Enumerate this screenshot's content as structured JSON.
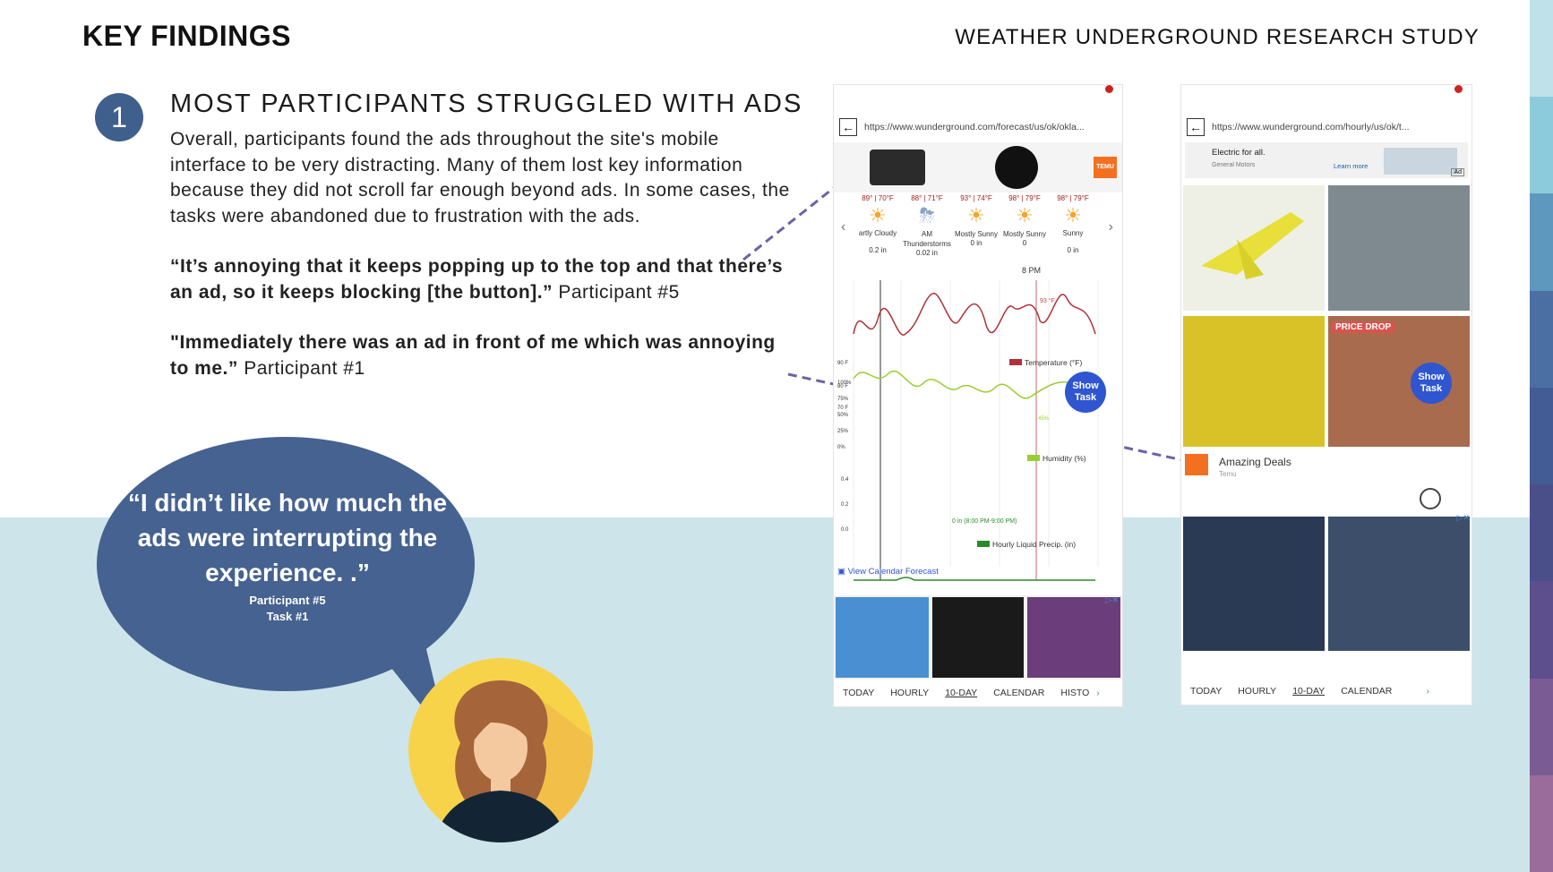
{
  "header": {
    "title": "KEY FINDINGS",
    "study": "WEATHER UNDERGROUND RESEARCH STUDY"
  },
  "finding": {
    "number": "1",
    "heading": "MOST PARTICIPANTS STRUGGLED WITH ADS",
    "body": "Overall, participants found the ads throughout the site's mobile interface to be very distracting. Many of them lost key information because they did not scroll far enough beyond ads. In some cases, the tasks were abandoned due to frustration with the ads.",
    "quote1": "“It’s annoying that it keeps popping up to the top and that there’s an ad, so it keeps blocking [the button].”",
    "quote1_attr": "Participant #5",
    "quote2": "\"Immediately there was an ad in front of me which was annoying to me.”",
    "quote2_attr": "Participant #1"
  },
  "bubble": {
    "quote": "“I didn’t like how much the ads were interrupting the experience. .”",
    "participant": "Participant #5",
    "task": "Task #1"
  },
  "phone1": {
    "url": "https://www.wunderground.com/forecast/us/ok/okla...",
    "ad_brand": "TEMU",
    "forecast": [
      {
        "temp": "89° | 70°F",
        "cond": "artly Cloudy",
        "precip": "0.2 in"
      },
      {
        "temp": "88° | 71°F",
        "cond": "AM Thunderstorms",
        "precip": "0.02 in"
      },
      {
        "temp": "93° | 74°F",
        "cond": "Mostly Sunny",
        "precip": "0 in"
      },
      {
        "temp": "98° | 79°F",
        "cond": "Mostly Sunny",
        "precip": "0"
      },
      {
        "temp": "98° | 79°F",
        "cond": "Sunny",
        "precip": "0 in"
      }
    ],
    "time_label": "8 PM",
    "temp_marker": "93 °F",
    "temp_axis": [
      "90 F",
      "80 F",
      "70 F"
    ],
    "humidity_axis": [
      "100%",
      "75%",
      "50%",
      "25%",
      "0%"
    ],
    "humidity_marker": "45%",
    "precip_axis": [
      "0.4",
      "0.2",
      "0.0"
    ],
    "precip_note": "0 in (8:00 PM-9:00 PM)",
    "legend_temp": "Temperature (°F)",
    "legend_humidity": "Humidity (%)",
    "legend_precip": "Hourly Liquid Precip. (in)",
    "calendar_link": "View Calendar Forecast",
    "show_task": "Show Task",
    "tabs": [
      "TODAY",
      "HOURLY",
      "10-DAY",
      "CALENDAR",
      "HISTO"
    ]
  },
  "phone2": {
    "url": "https://www.wunderground.com/hourly/us/ok/t...",
    "banner_title": "Electric for all.",
    "banner_sub": "General Motors",
    "banner_cta": "Learn more",
    "ad_badge": "Ad",
    "price_drop": "PRICE DROP",
    "deals_label": "Amazing Deals",
    "deals_sub": "Temu",
    "show_task": "Show Task",
    "tabs": [
      "TODAY",
      "HOURLY",
      "10-DAY",
      "CALENDAR"
    ]
  },
  "colors": {
    "accent_blue": "#3f5f8c",
    "bubble": "#456290",
    "band": "#cde5ea",
    "stripe": [
      "#a9d6e0",
      "#7fbcd0",
      "#5d94b8",
      "#4c6fa0",
      "#48558e",
      "#5a4d8a",
      "#7a5c93",
      "#9a6c9a"
    ]
  }
}
